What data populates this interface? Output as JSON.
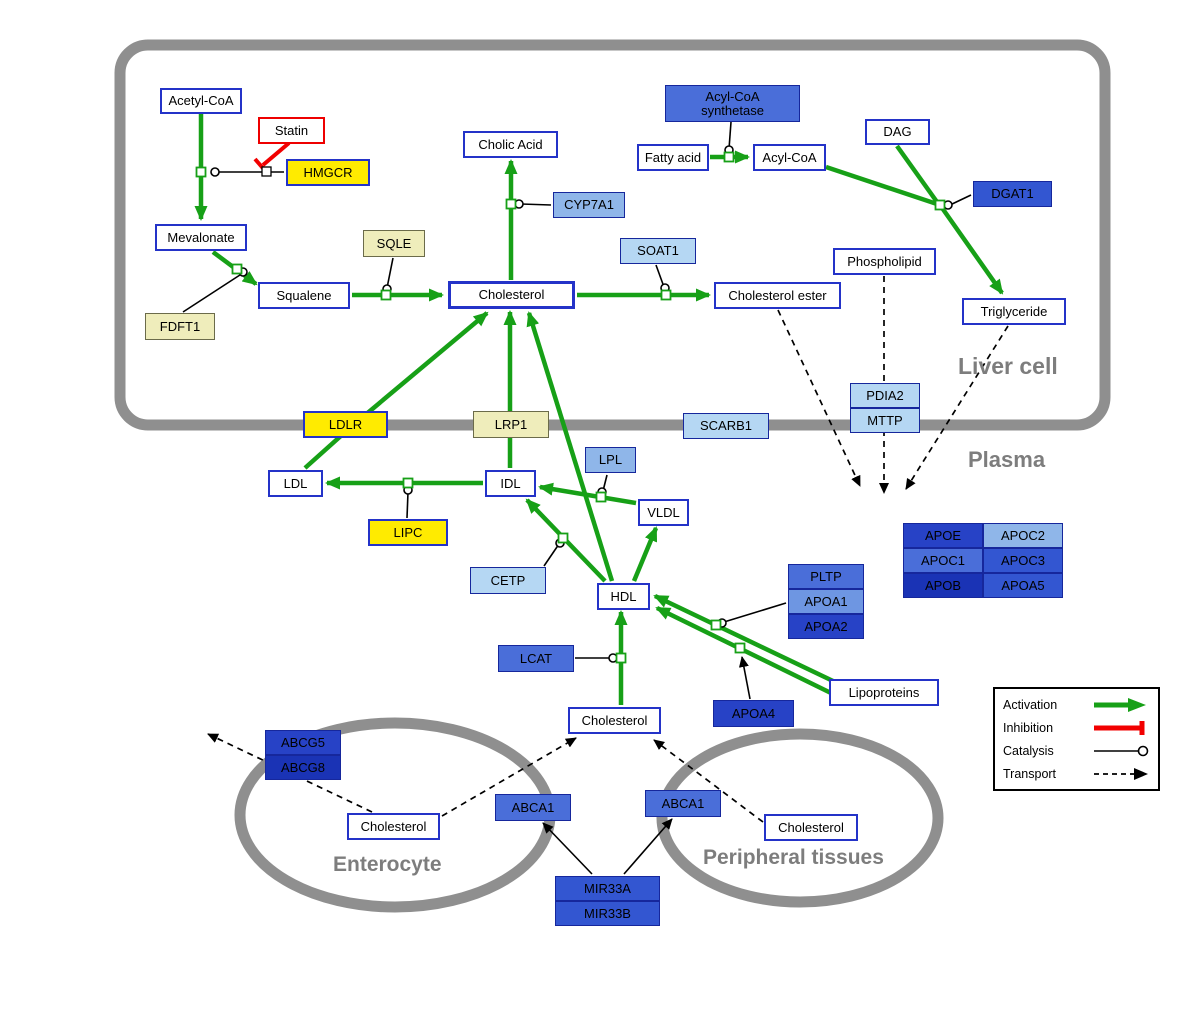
{
  "regions": {
    "liver_cell": "Liver cell",
    "plasma": "Plasma",
    "enterocyte": "Enterocyte",
    "peripheral_tissues": "Peripheral tissues"
  },
  "nodes": {
    "acetyl_coa": {
      "label": "Acetyl-CoA"
    },
    "statin": {
      "label": "Statin"
    },
    "hmgcr": {
      "label": "HMGCR"
    },
    "mevalonate": {
      "label": "Mevalonate"
    },
    "sqle": {
      "label": "SQLE"
    },
    "fdft1": {
      "label": "FDFT1"
    },
    "squalene": {
      "label": "Squalene"
    },
    "cholesterol_liver": {
      "label": "Cholesterol"
    },
    "cholic_acid": {
      "label": "Cholic Acid"
    },
    "cyp7a1": {
      "label": "CYP7A1"
    },
    "soat1": {
      "label": "SOAT1"
    },
    "cholesterol_ester": {
      "label": "Cholesterol ester"
    },
    "acyl_coa_synthetase": {
      "label": "Acyl-CoA synthetase"
    },
    "fatty_acid": {
      "label": "Fatty acid"
    },
    "acyl_coa": {
      "label": "Acyl-CoA"
    },
    "dag": {
      "label": "DAG"
    },
    "dgat1": {
      "label": "DGAT1"
    },
    "phospholipid": {
      "label": "Phospholipid"
    },
    "triglyceride": {
      "label": "Triglyceride"
    },
    "pdia2": {
      "label": "PDIA2"
    },
    "mttp": {
      "label": "MTTP"
    },
    "ldlr": {
      "label": "LDLR"
    },
    "lrp1": {
      "label": "LRP1"
    },
    "scarb1": {
      "label": "SCARB1"
    },
    "ldl": {
      "label": "LDL"
    },
    "idl": {
      "label": "IDL"
    },
    "lipc": {
      "label": "LIPC"
    },
    "lpl": {
      "label": "LPL"
    },
    "vldl": {
      "label": "VLDL"
    },
    "cetp": {
      "label": "CETP"
    },
    "hdl": {
      "label": "HDL"
    },
    "pltp": {
      "label": "PLTP"
    },
    "apoa1": {
      "label": "APOA1"
    },
    "apoa2": {
      "label": "APOA2"
    },
    "lcat": {
      "label": "LCAT"
    },
    "apoa4": {
      "label": "APOA4"
    },
    "lipoproteins": {
      "label": "Lipoproteins"
    },
    "apoe": {
      "label": "APOE"
    },
    "apoc2": {
      "label": "APOC2"
    },
    "apoc1": {
      "label": "APOC1"
    },
    "apoc3": {
      "label": "APOC3"
    },
    "apob": {
      "label": "APOB"
    },
    "apoa5": {
      "label": "APOA5"
    },
    "cholesterol_plasma": {
      "label": "Cholesterol"
    },
    "abcg5": {
      "label": "ABCG5"
    },
    "abcg8": {
      "label": "ABCG8"
    },
    "cholesterol_enterocyte": {
      "label": "Cholesterol"
    },
    "abca1_enterocyte": {
      "label": "ABCA1"
    },
    "abca1_peripheral": {
      "label": "ABCA1"
    },
    "cholesterol_peripheral": {
      "label": "Cholesterol"
    },
    "mir33a": {
      "label": "MIR33A"
    },
    "mir33b": {
      "label": "MIR33B"
    }
  },
  "legend": {
    "items": [
      "Activation",
      "Inhibition",
      "Catalysis",
      "Transport"
    ]
  },
  "colors": {
    "activation_green": "#17a017",
    "inhibition_red": "#f20000",
    "catalysis_black": "#000000",
    "transport_black": "#000000",
    "membrane_gray": "#8f8f8f",
    "metabolite_border_blue": "#2433c8",
    "enzyme_bright_yellow": "#ffeb00",
    "enzyme_pale_yellow": "#efedbb"
  }
}
